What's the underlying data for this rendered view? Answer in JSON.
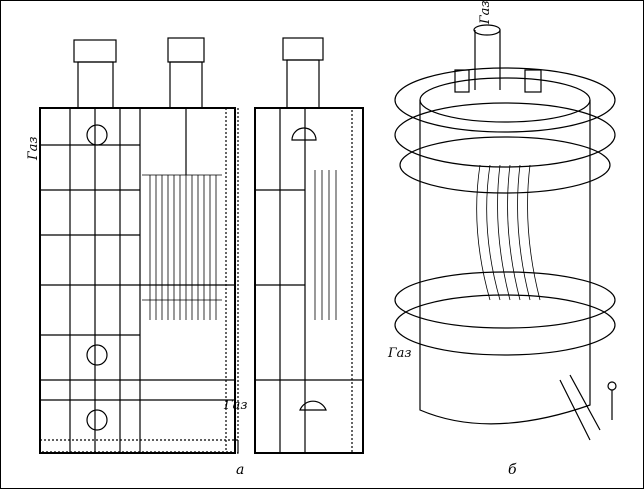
{
  "labels": {
    "gas": "Газ",
    "fig_a": "а",
    "fig_b": "б"
  }
}
